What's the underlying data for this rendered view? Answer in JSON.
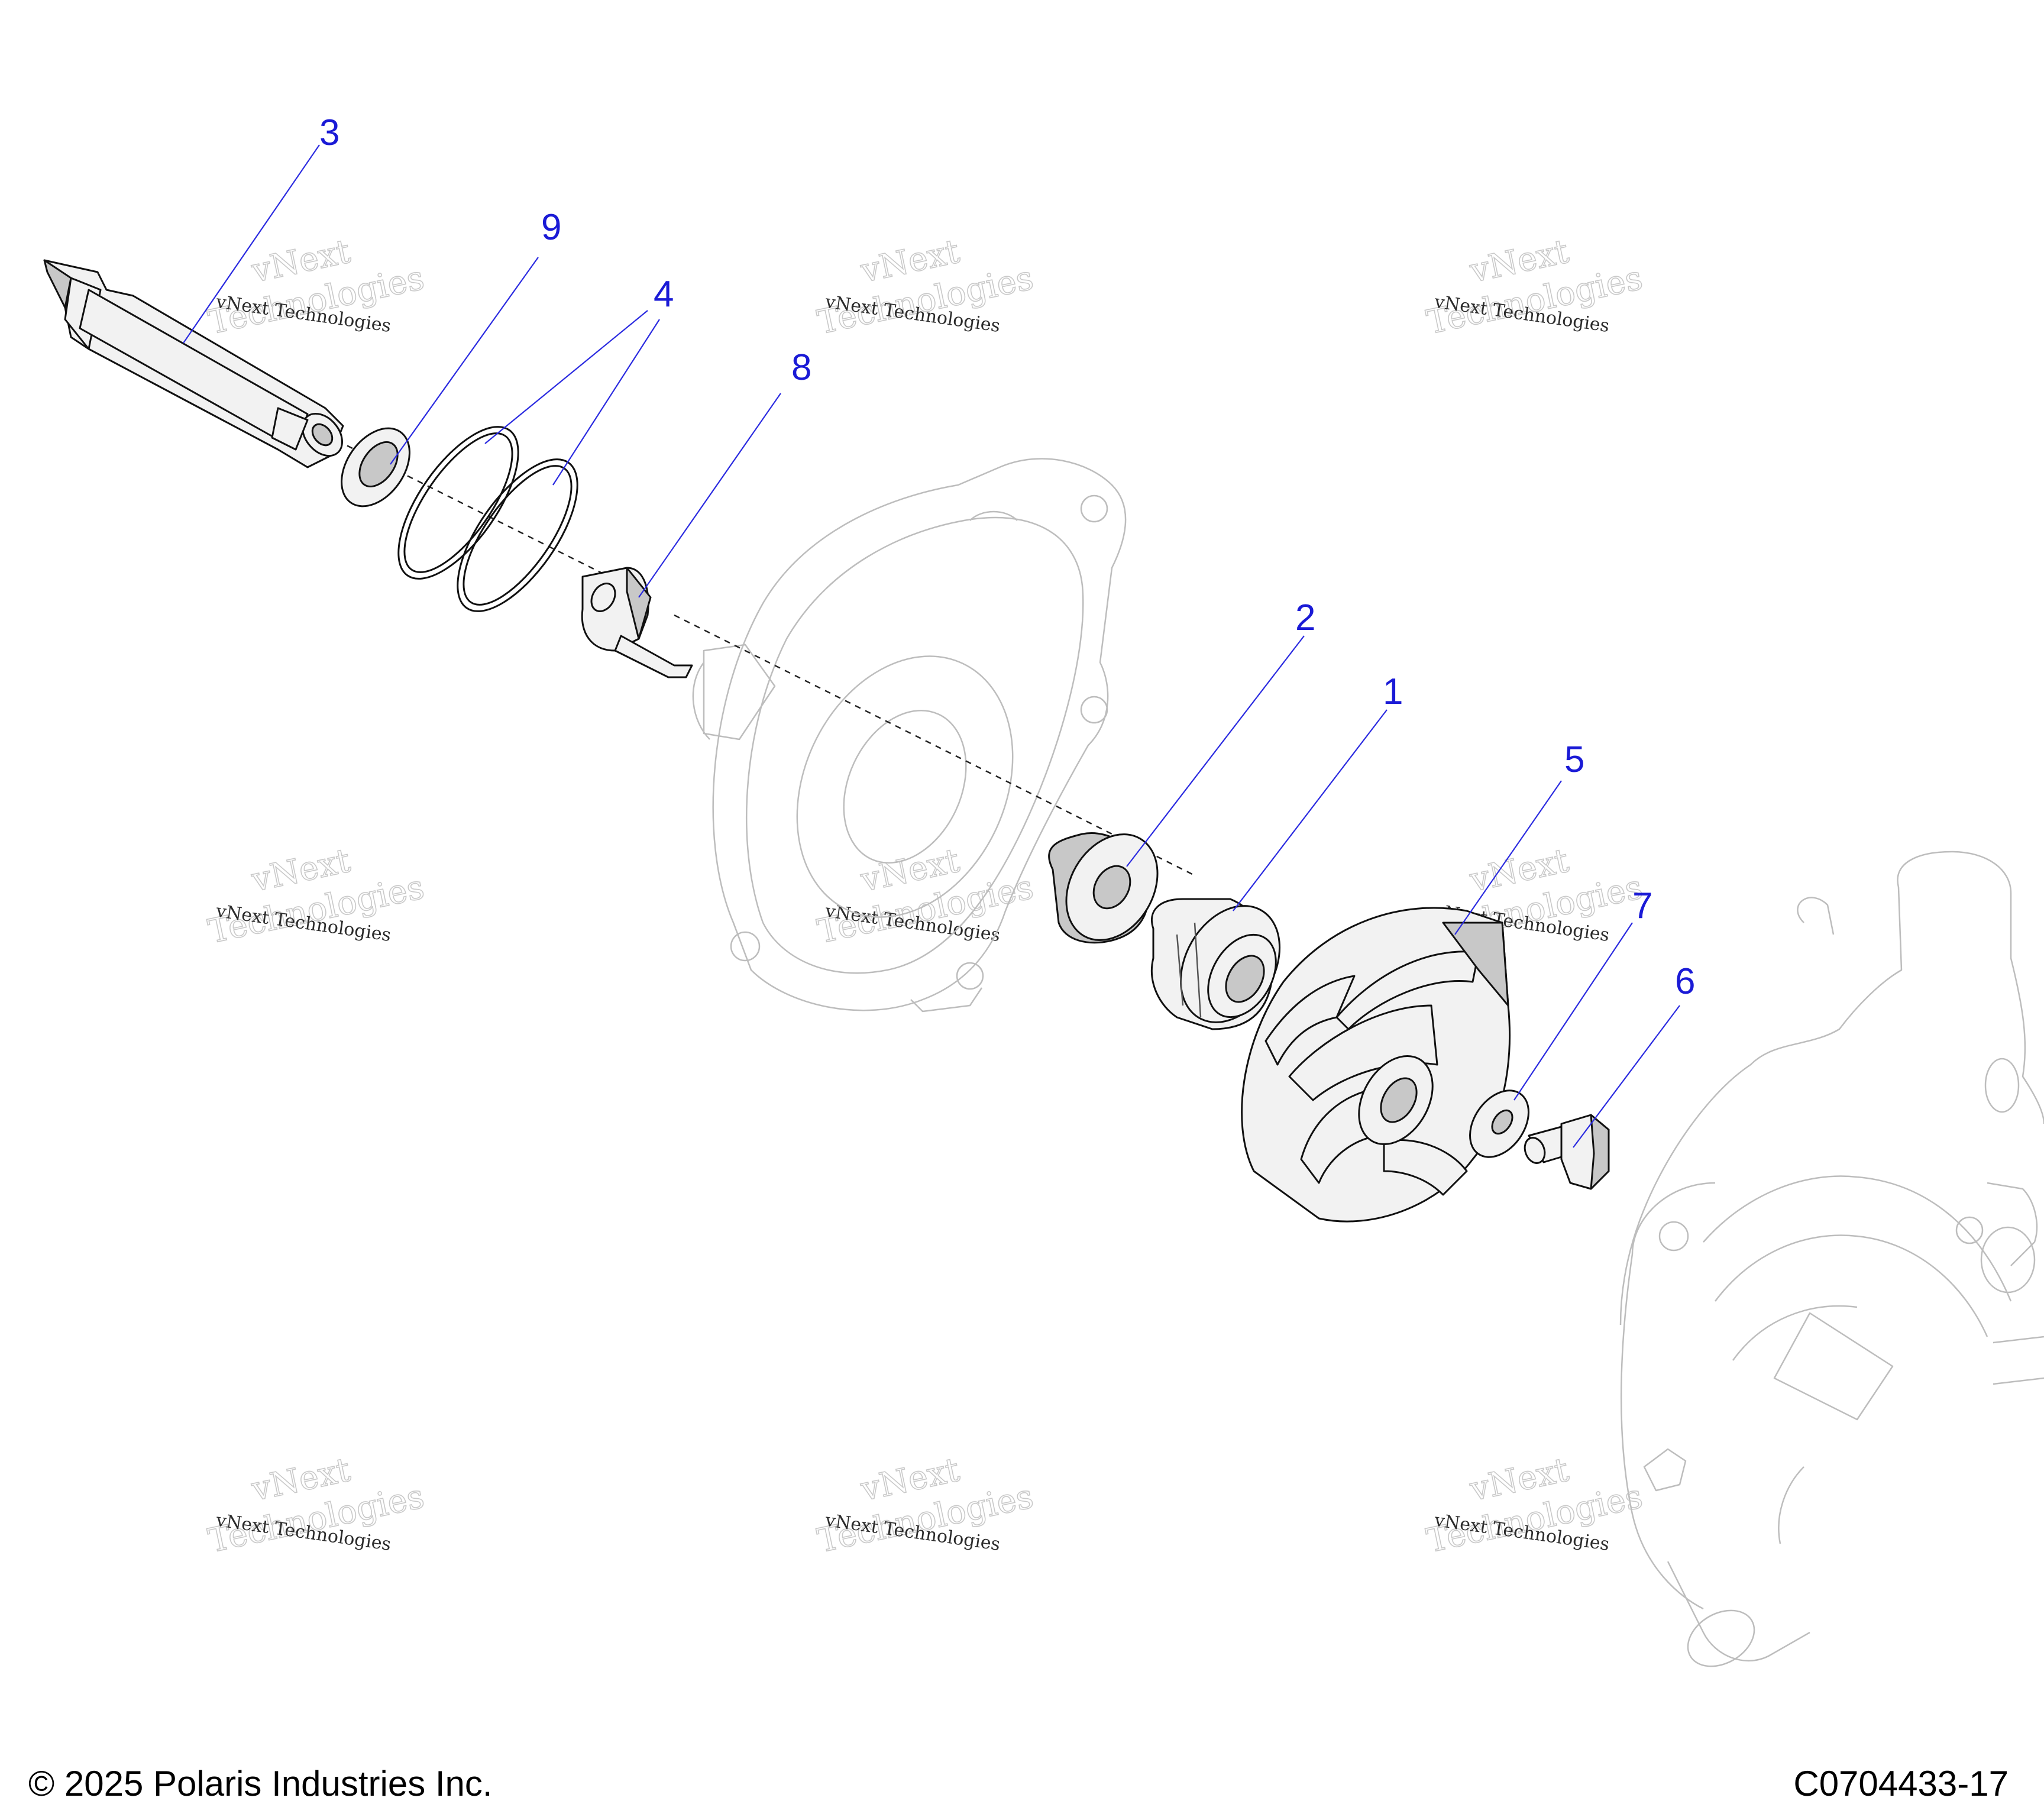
{
  "callouts": {
    "c1": "1",
    "c2": "2",
    "c3": "3",
    "c4": "4",
    "c5": "5",
    "c6": "6",
    "c7": "7",
    "c8": "8",
    "c9": "9"
  },
  "watermark": {
    "line_small": "vNext Technologies",
    "line_brand": "vNext",
    "line_large": "Technologies"
  },
  "footer": {
    "copyright": "© 2025 Polaris Industries Inc.",
    "code": "C0704433-17"
  },
  "colors": {
    "callout": "#1a1ad6",
    "line": "#111111",
    "ghost": "#bdbdbd"
  }
}
